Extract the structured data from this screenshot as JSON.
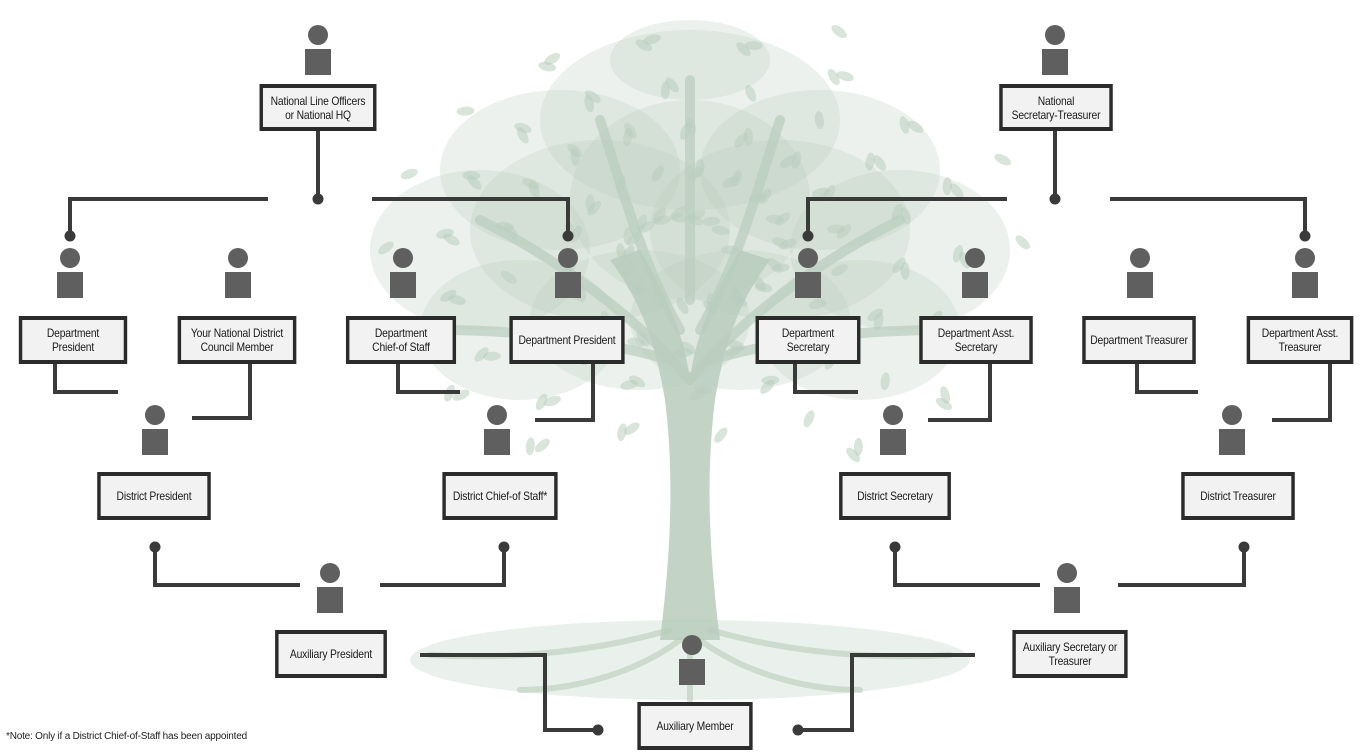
{
  "colors": {
    "line": "#3a3a3a",
    "person": "#5f5f5f",
    "box_border": "#2b2b2b",
    "box_fill": "#f2f2f2",
    "tree": "#b9cdbd"
  },
  "roles": {
    "national_line_officers": "National Line Officers\nor National HQ",
    "national_secretary_treasurer": "National\nSecretary-Treasurer",
    "department_president_left": "Department  President",
    "national_district_council_member": "Your National District\nCouncil Member",
    "department_chief_of_staff": "Department\nChief-of Staff",
    "department_president_right": "Department President",
    "department_secretary": "Department Secretary",
    "department_asst_secretary": "Department  Asst.\nSecretary",
    "department_treasurer": "Department  Treasurer",
    "department_asst_treasurer": "Department Asst.\nTreasurer",
    "district_president": "District President",
    "district_chief_of_staff": "District Chief-of Staff*",
    "district_secretary": "District Secretary",
    "district_treasurer": "District  Treasurer",
    "auxiliary_president": "Auxiliary President",
    "auxiliary_secretary_treasurer": "Auxiliary Secretary or\nTreasurer",
    "auxiliary_member": "Auxiliary Member"
  },
  "note": "*Note: Only if a District Chief-of-Staff has been appointed",
  "icons": {
    "person": "person-icon",
    "tree": "tree-background"
  }
}
